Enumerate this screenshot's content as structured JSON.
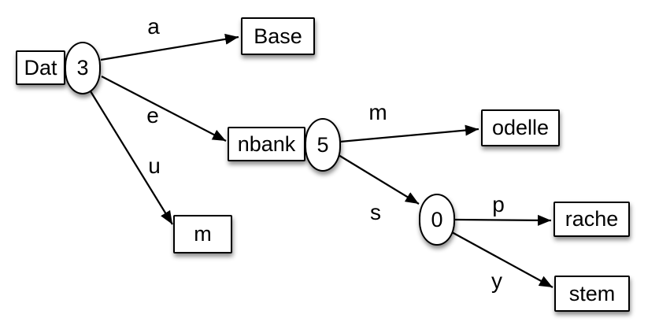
{
  "diagram": {
    "type": "trie",
    "colors": {
      "background": "#ffffff",
      "node_fill": "#ffffff",
      "stroke": "#000000",
      "text": "#000000",
      "shadow": "rgba(0,0,0,0.45)"
    },
    "nodes": [
      {
        "id": "root",
        "label": "Dat",
        "badge": "3"
      },
      {
        "id": "base",
        "label": "Base"
      },
      {
        "id": "nbank",
        "label": "nbank",
        "badge": "5"
      },
      {
        "id": "m-leaf",
        "label": "m"
      },
      {
        "id": "odelle",
        "label": "odelle"
      },
      {
        "id": "zero",
        "badge": "0"
      },
      {
        "id": "rache",
        "label": "rache"
      },
      {
        "id": "stem",
        "label": "stem"
      }
    ],
    "edges": [
      {
        "from": "root",
        "label": "a",
        "to": "base"
      },
      {
        "from": "root",
        "label": "e",
        "to": "nbank"
      },
      {
        "from": "root",
        "label": "u",
        "to": "m-leaf"
      },
      {
        "from": "nbank",
        "label": "m",
        "to": "odelle"
      },
      {
        "from": "nbank",
        "label": "s",
        "to": "zero"
      },
      {
        "from": "zero",
        "label": "p",
        "to": "rache"
      },
      {
        "from": "zero",
        "label": "y",
        "to": "stem"
      }
    ]
  }
}
